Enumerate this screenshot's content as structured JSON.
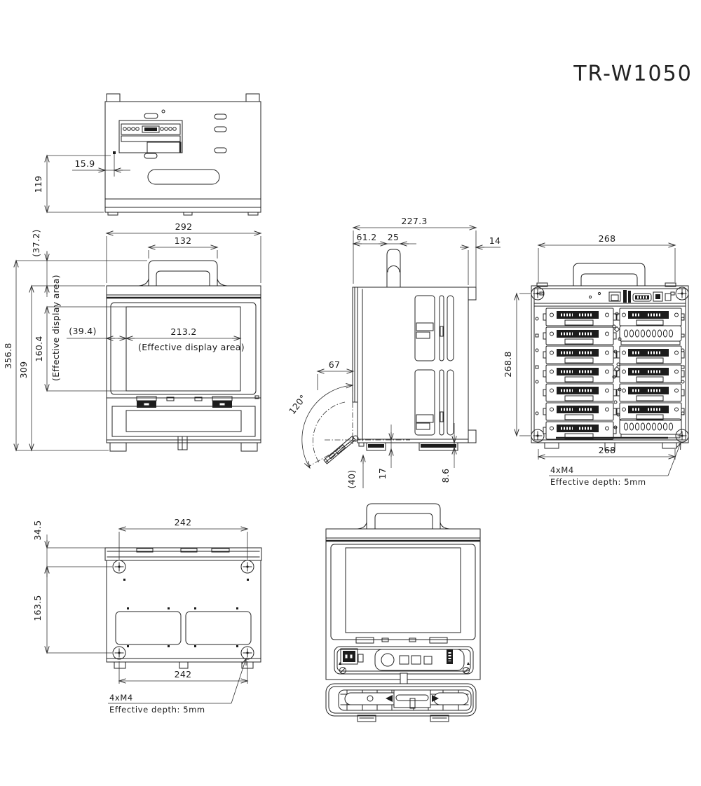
{
  "title": "TR-W1050",
  "views": {
    "top": {
      "dims": {
        "connector_offset": "15.9",
        "connector_depth": "119"
      }
    },
    "front": {
      "dims": {
        "overall_width": "292",
        "handle_width": "132",
        "handle_height": "(37.2)",
        "overall_height": "356.8",
        "body_height": "309",
        "display_height": "160.4",
        "display_area_vertical": "(Effective display area)",
        "display_offset": "(39.4)",
        "display_width": "213.2",
        "display_area_horizontal": "(Effective display area)"
      }
    },
    "side": {
      "dims": {
        "overall_depth": "227.3",
        "front_to_handle": "61.2",
        "handle_depth": "25",
        "rear_tab_depth": "14",
        "door_depth": "67",
        "door_open_angle": "120°",
        "door_clearance": "(40)",
        "foot_bottom_offset": "17",
        "rear_foot_offset": "8.6"
      }
    },
    "rear": {
      "dims": {
        "mount_width_top": "268",
        "mount_height": "268.8",
        "mount_width_bottom": "268"
      },
      "note": {
        "line1": "4xM4",
        "line2": "Effective depth: 5mm"
      }
    },
    "bottom": {
      "dims": {
        "mount_width_top": "242",
        "edge_to_screw": "34.5",
        "screw_span": "163.5",
        "mount_width_bottom": "242"
      },
      "note": {
        "line1": "4xM4",
        "line2": "Effective depth: 5mm"
      }
    }
  }
}
